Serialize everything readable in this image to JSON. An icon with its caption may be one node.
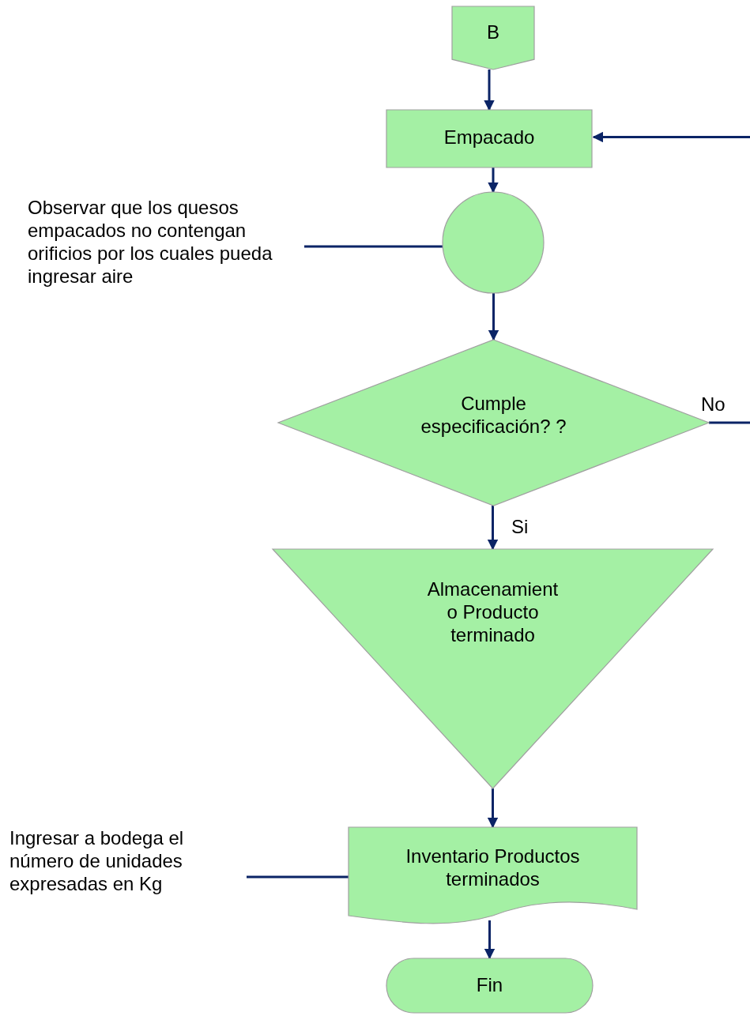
{
  "diagram": {
    "nodes": [
      {
        "text": [
          "B"
        ]
      },
      {
        "text": [
          "Empacado"
        ]
      },
      {
        "text": [],
        "shape": "circle"
      },
      {
        "text": [
          "Cumple especificación? ?"
        ]
      },
      {
        "text": [
          "Almacenamient o Producto terminado"
        ]
      },
      {
        "text": [
          "Inventario Productos terminados"
        ]
      },
      {
        "text": [
          "Fin"
        ]
      },
      {
        "text": [
          "Observar que los quesos empacados no contengan orificios por los cuales pueda ingresar aire"
        ]
      },
      {
        "text": [
          "Ingresar a bodega el número de unidades expresadas en Kg"
        ]
      }
    ],
    "edges": [
      {
        "from": 0,
        "to": 1,
        "arrow": "to"
      },
      {
        "from": 1,
        "to": 2,
        "arrow": "to"
      },
      {
        "from": 2,
        "to": 3,
        "arrow": "to"
      },
      {
        "from": 3,
        "to": 4,
        "arrow": "to",
        "label": "Si"
      },
      {
        "from": 4,
        "to": 5,
        "arrow": "to"
      },
      {
        "from": 5,
        "to": 6,
        "arrow": "to"
      },
      {
        "from": 3,
        "to": null,
        "arrow": "none",
        "label": "No"
      },
      {
        "from": null,
        "to": 1,
        "arrow": "to"
      },
      {
        "from": 7,
        "to": 2,
        "arrow": "none"
      },
      {
        "from": 8,
        "to": 5,
        "arrow": "none"
      }
    ]
  }
}
